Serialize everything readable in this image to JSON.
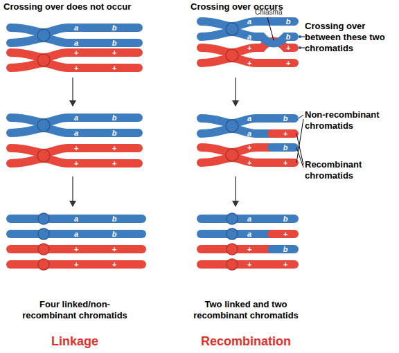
{
  "diagram": {
    "labels": [
      "Crossing over does not occur",
      "Crossing over occurs",
      "Chiasma",
      "Crossing over between these two chromatids",
      "a",
      "b",
      "a",
      "b",
      "+",
      "+",
      "+",
      "+",
      "a",
      "b",
      "a",
      "b",
      "+",
      "+",
      "+",
      "+",
      "Non-recombinant chromatids",
      "a",
      "b",
      "a",
      "b",
      "+",
      "+",
      "+",
      "+",
      "a",
      "b",
      "a",
      "+",
      "+",
      "b",
      "+",
      "+",
      "Recombinant chromatids",
      "a",
      "b",
      "a",
      "b",
      "+",
      "+",
      "+",
      "+",
      "a",
      "b",
      "a",
      "+",
      "+",
      "b",
      "+",
      "+",
      "Four linked/non-recombinant chromatids",
      "Two linked and two recombinant chromatids",
      "Linkage",
      "Recombination"
    ]
  }
}
